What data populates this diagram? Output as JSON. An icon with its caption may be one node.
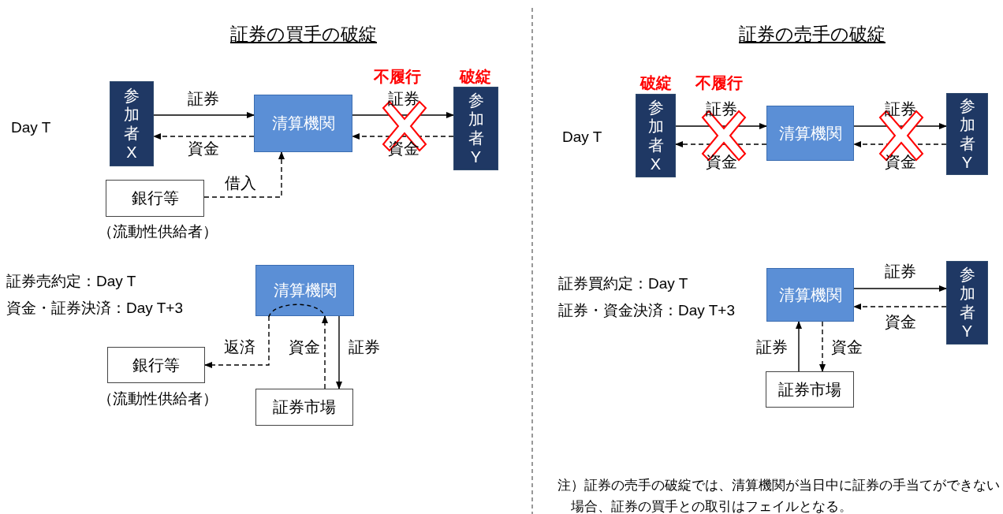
{
  "diagram": {
    "nodes": [
      {
        "text": [
          "参加者X"
        ]
      },
      {
        "text": [
          "清算機関"
        ]
      },
      {
        "text": [
          "参加者Y"
        ],
        "beside": [
          "破綻"
        ]
      },
      {
        "text": [
          "銀行等"
        ],
        "beside": [
          "（流動性供給者）"
        ]
      },
      {
        "text": [
          "清算機関"
        ]
      },
      {
        "text": [
          "銀行等"
        ],
        "beside": [
          "（流動性供給者）"
        ]
      },
      {
        "text": [
          "証券市場"
        ]
      },
      {
        "text": [
          "参加者X"
        ],
        "beside": [
          "破綻"
        ]
      },
      {
        "text": [
          "清算機関"
        ]
      },
      {
        "text": [
          "参加者Y"
        ]
      },
      {
        "text": [
          "清算機関"
        ]
      },
      {
        "text": [
          "参加者Y"
        ]
      },
      {
        "text": [
          "証券市場"
        ]
      }
    ],
    "edges": [
      {
        "from": 0,
        "to": 1,
        "arrow": "to",
        "label": "証券"
      },
      {
        "from": 1,
        "to": 0,
        "arrow": "to",
        "label": "資金",
        "style": "dashed"
      },
      {
        "from": 1,
        "to": 2,
        "arrow": "to",
        "label": "証券"
      },
      {
        "from": 2,
        "to": 1,
        "arrow": "to",
        "label": "資金",
        "style": "dashed"
      },
      {
        "from": 3,
        "to": 1,
        "arrow": "to",
        "label": "借入",
        "style": "dashed"
      },
      {
        "from": 6,
        "to": 4,
        "arrow": "to",
        "label": "資金",
        "style": "dashed"
      },
      {
        "from": 4,
        "to": 5,
        "arrow": "to",
        "label": "返済",
        "style": "dashed"
      },
      {
        "from": 4,
        "to": 6,
        "arrow": "to",
        "label": "証券"
      },
      {
        "from": 7,
        "to": 8,
        "arrow": "to",
        "label": "証券"
      },
      {
        "from": 8,
        "to": 7,
        "arrow": "to",
        "label": "資金",
        "style": "dashed"
      },
      {
        "from": 8,
        "to": 9,
        "arrow": "to",
        "label": "証券"
      },
      {
        "from": 9,
        "to": 8,
        "arrow": "to",
        "label": "資金",
        "style": "dashed"
      },
      {
        "from": 10,
        "to": 11,
        "arrow": "to",
        "label": "証券"
      },
      {
        "from": 11,
        "to": 10,
        "arrow": "to",
        "label": "資金",
        "style": "dashed"
      },
      {
        "from": 12,
        "to": 10,
        "arrow": "to",
        "label": "証券"
      },
      {
        "from": 10,
        "to": 12,
        "arrow": "to",
        "label": "資金",
        "style": "dashed"
      }
    ],
    "labels": [
      "証券の買手の破綻",
      "Day T",
      "不履行",
      "証券売約定：Day T",
      "資金・証券決済：Day T+3",
      "証券の売手の破綻",
      "不履行",
      "Day T",
      "証券買約定：Day T",
      "証券・資金決済：Day T+3",
      "注）証券の売手の破綻では、清算機関が当日中に証券の手当てができない場合、証券の買手との取引はフェイルとなる。"
    ]
  }
}
